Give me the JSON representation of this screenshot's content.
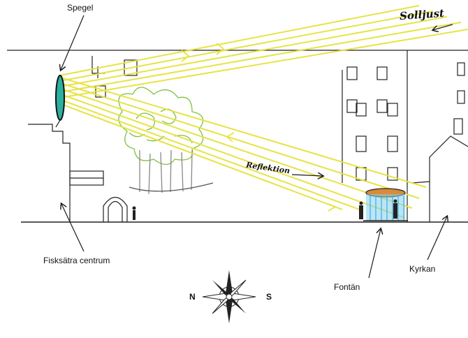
{
  "labels": {
    "mirror": "Spegel",
    "sun": "Solljust",
    "reflection": "Reflektion",
    "centre": "Fisksätra centrum",
    "fountain": "Fontän",
    "church": "Kyrkan"
  },
  "compass": {
    "north": "N",
    "south": "S"
  },
  "colors": {
    "sunbeam": "#e6e23a",
    "tree": "#7cc242",
    "mirror": "#2bb0a0",
    "fountain_top": "#d98a3a",
    "fountain_water": "#7fd3f0",
    "ink": "#1a1a1a"
  }
}
